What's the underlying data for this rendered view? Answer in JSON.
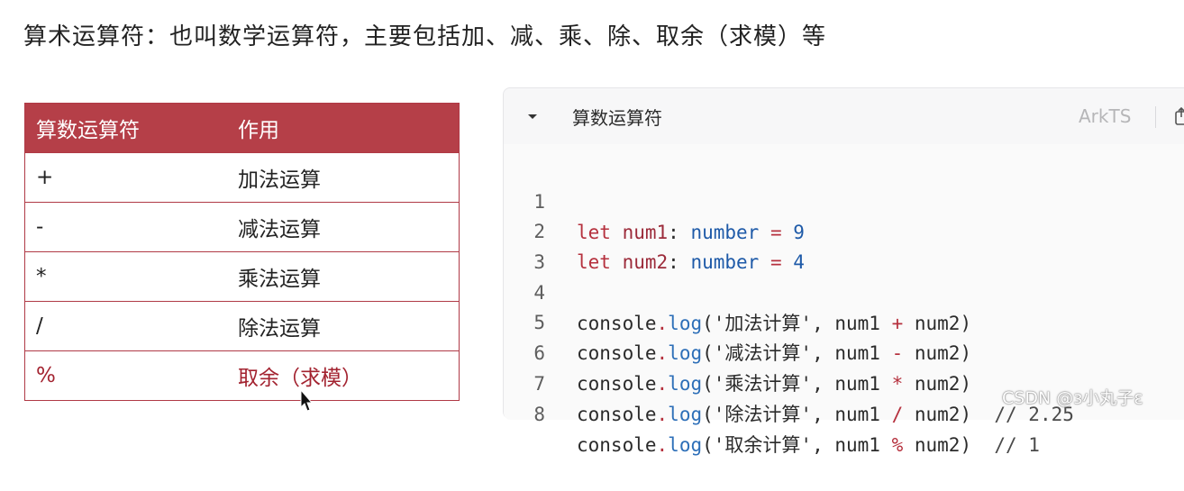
{
  "heading": "算术运算符：也叫数学运算符，主要包括加、减、乘、除、取余（求模）等",
  "table": {
    "headers": [
      "算数运算符",
      "作用"
    ],
    "rows": [
      {
        "op": "+",
        "desc": "加法运算"
      },
      {
        "op": "-",
        "desc": "减法运算"
      },
      {
        "op": "*",
        "desc": "乘法运算"
      },
      {
        "op": "/",
        "desc": "除法运算"
      },
      {
        "op": "%",
        "desc": "取余（求模）"
      }
    ]
  },
  "code": {
    "title": "算数运算符",
    "lang": "ArkTS",
    "lines": [
      {
        "n": "1",
        "kw": "let ",
        "var": "num1",
        "p1": ": ",
        "type": "number",
        "eq": " = ",
        "val": "9"
      },
      {
        "n": "2",
        "kw": "let ",
        "var": "num2",
        "p1": ": ",
        "type": "number",
        "eq": " = ",
        "val": "4"
      },
      {
        "n": "3"
      },
      {
        "n": "4",
        "obj": "console",
        "dot": ".",
        "fn": "log",
        "open": "(",
        "str": "'加法计算'",
        "a": ", num1 ",
        "op": "+",
        "b": " num2)",
        "cm": ""
      },
      {
        "n": "5",
        "obj": "console",
        "dot": ".",
        "fn": "log",
        "open": "(",
        "str": "'减法计算'",
        "a": ", num1 ",
        "op": "-",
        "b": " num2)",
        "cm": ""
      },
      {
        "n": "6",
        "obj": "console",
        "dot": ".",
        "fn": "log",
        "open": "(",
        "str": "'乘法计算'",
        "a": ", num1 ",
        "op": "*",
        "b": " num2)",
        "cm": ""
      },
      {
        "n": "7",
        "obj": "console",
        "dot": ".",
        "fn": "log",
        "open": "(",
        "str": "'除法计算'",
        "a": ", num1 ",
        "op": "/",
        "b": " num2)",
        "cm": "  // 2.25"
      },
      {
        "n": "8",
        "obj": "console",
        "dot": ".",
        "fn": "log",
        "open": "(",
        "str": "'取余计算'",
        "a": ", num1 ",
        "op": "%",
        "b": " num2)",
        "cm": "  // 1"
      }
    ]
  },
  "watermark": "CSDN @з小丸子ε",
  "colors": {
    "table_header": "#b53f48",
    "keyword": "#b5303d",
    "type": "#1e5aa8"
  }
}
